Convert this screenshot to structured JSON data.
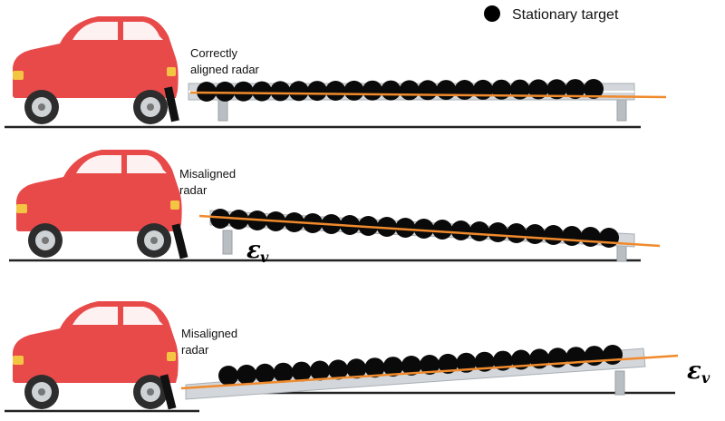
{
  "legend": {
    "label": "Stationary target",
    "marker_color": "#000000"
  },
  "error_symbol": {
    "base": "ε",
    "subscript": "v"
  },
  "colors": {
    "car_body": "#e84a4a",
    "car_window": "#ffffff",
    "radar": "#111111",
    "radar_beam": "#f08a2c",
    "guardrail": "#c8ccd0",
    "ground": "#222222",
    "target": "#0a0a0a"
  },
  "scenarios": [
    {
      "id": "aligned",
      "label_lines": [
        "Correctly",
        "aligned radar"
      ],
      "targets": 22,
      "shows_error_symbol": false
    },
    {
      "id": "misaligned-down",
      "label_lines": [
        "Misaligned",
        "radar"
      ],
      "targets": 22,
      "shows_error_symbol": true
    },
    {
      "id": "misaligned-up",
      "label_lines": [
        "Misaligned",
        "radar"
      ],
      "targets": 22,
      "shows_error_symbol": true
    }
  ]
}
